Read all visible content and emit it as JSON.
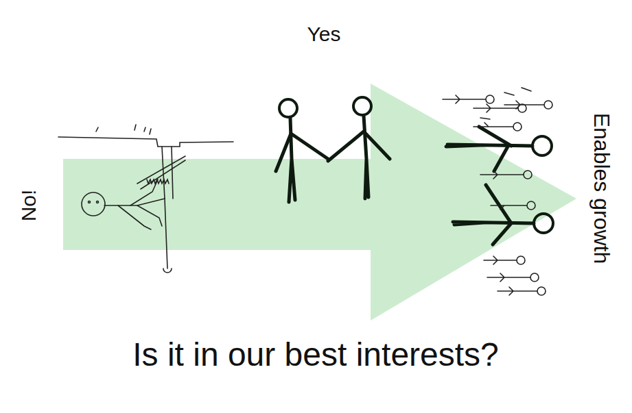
{
  "diagram": {
    "caption": "Is it in our best interests?",
    "labels": [
      "Yes",
      "No!",
      "Enables growth"
    ]
  }
}
